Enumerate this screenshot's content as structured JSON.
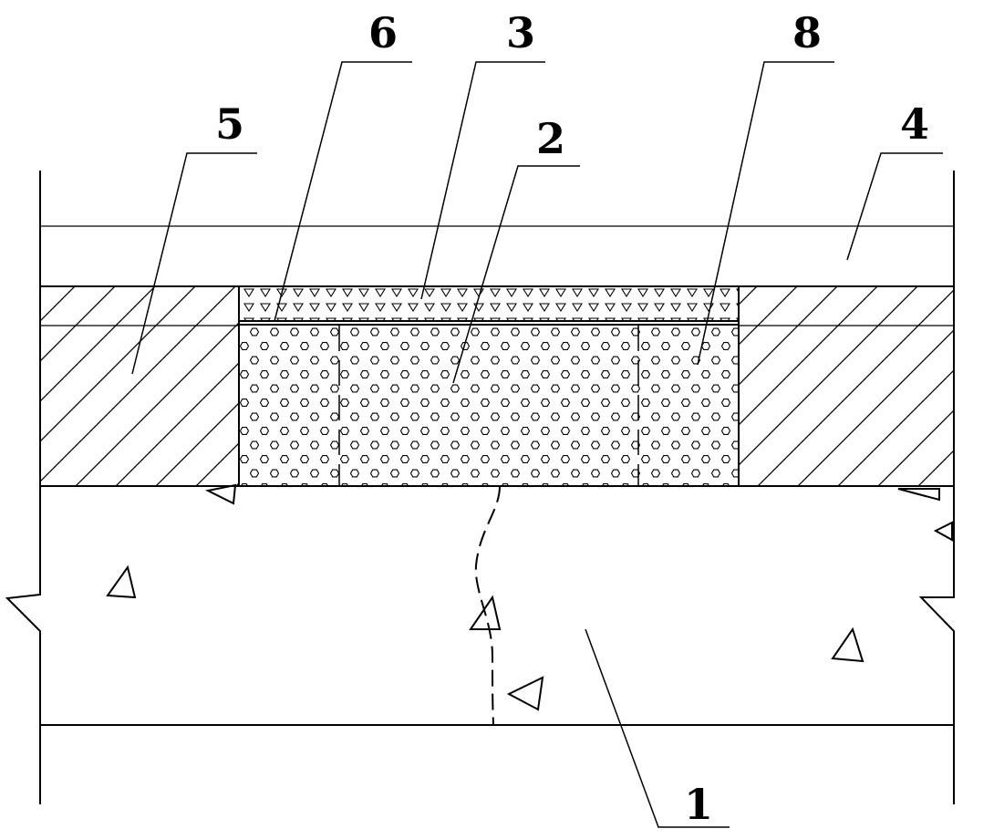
{
  "labels": {
    "1": "1",
    "2": "2",
    "3": "3",
    "4": "4",
    "5": "5",
    "6": "6",
    "8": "8"
  },
  "colors": {
    "ink": "#000000",
    "paper": "#ffffff"
  }
}
